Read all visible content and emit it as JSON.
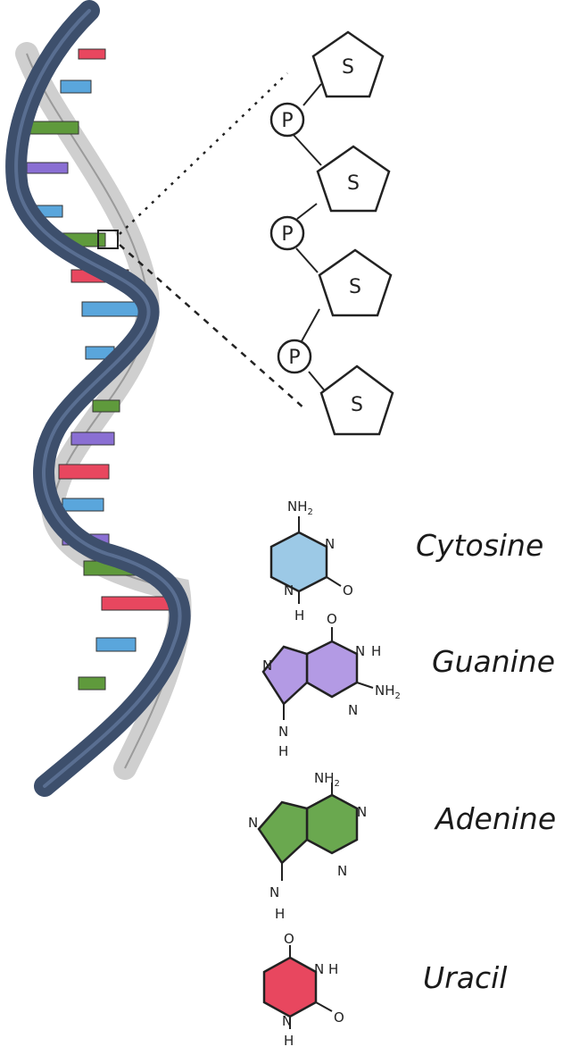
{
  "backbone": {
    "sugar_label": "S",
    "phosphate_label": "P"
  },
  "molecules": [
    {
      "id": "cytosine",
      "name": "Cytosine",
      "color": "#9cc9e6",
      "atoms": {
        "amine": "NH",
        "amine_sub": "2",
        "n_ring": "N",
        "o": "O",
        "nh": "N",
        "h": "H"
      }
    },
    {
      "id": "guanine",
      "name": "Guanine",
      "color": "#b39ae4",
      "atoms": {
        "o": "O",
        "nh": "N",
        "nh_h": "H",
        "amine": "NH",
        "amine_sub": "2",
        "n_left": "N",
        "n_bottom": "N",
        "n9": "N",
        "h": "H"
      }
    },
    {
      "id": "adenine",
      "name": "Adenine",
      "color": "#6aa84f",
      "atoms": {
        "amine": "NH",
        "amine_sub": "2",
        "n_left": "N",
        "n_top": "N",
        "n_right": "N",
        "n9": "N",
        "h": "H"
      }
    },
    {
      "id": "uracil",
      "name": "Uracil",
      "color": "#e8475f",
      "atoms": {
        "o_top": "O",
        "nh": "N",
        "nh_h": "H",
        "o_right": "O",
        "n_bottom": "N",
        "h": "H"
      }
    }
  ],
  "colors": {
    "strand_dark": "#3d4f6c",
    "strand_light": "#c8c8c8",
    "rung_red": "#e8475f",
    "rung_blue": "#5aa6dc",
    "rung_green": "#5f9a3c",
    "rung_purple": "#8a6fd3"
  }
}
